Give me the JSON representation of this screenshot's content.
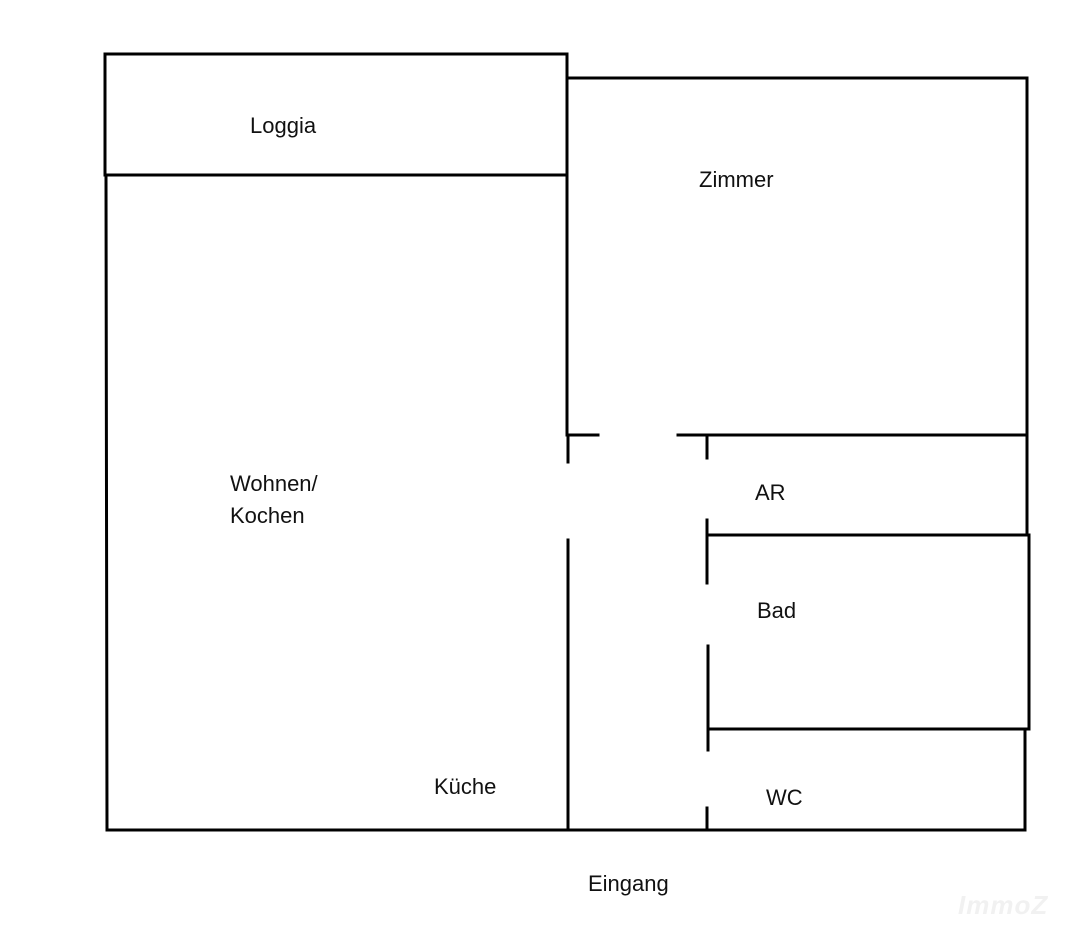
{
  "plan": {
    "rooms": [
      {
        "id": "loggia",
        "label": "Loggia"
      },
      {
        "id": "zimmer",
        "label": "Zimmer"
      },
      {
        "id": "wohnen",
        "label": "Wohnen/"
      },
      {
        "id": "kochen",
        "label": "Kochen"
      },
      {
        "id": "kueche",
        "label": "Küche"
      },
      {
        "id": "ar",
        "label": "AR"
      },
      {
        "id": "bad",
        "label": "Bad"
      },
      {
        "id": "wc",
        "label": "WC"
      }
    ],
    "entrance_label": "Eingang",
    "watermark": "ImmoZ",
    "wall_color": "#000000"
  }
}
